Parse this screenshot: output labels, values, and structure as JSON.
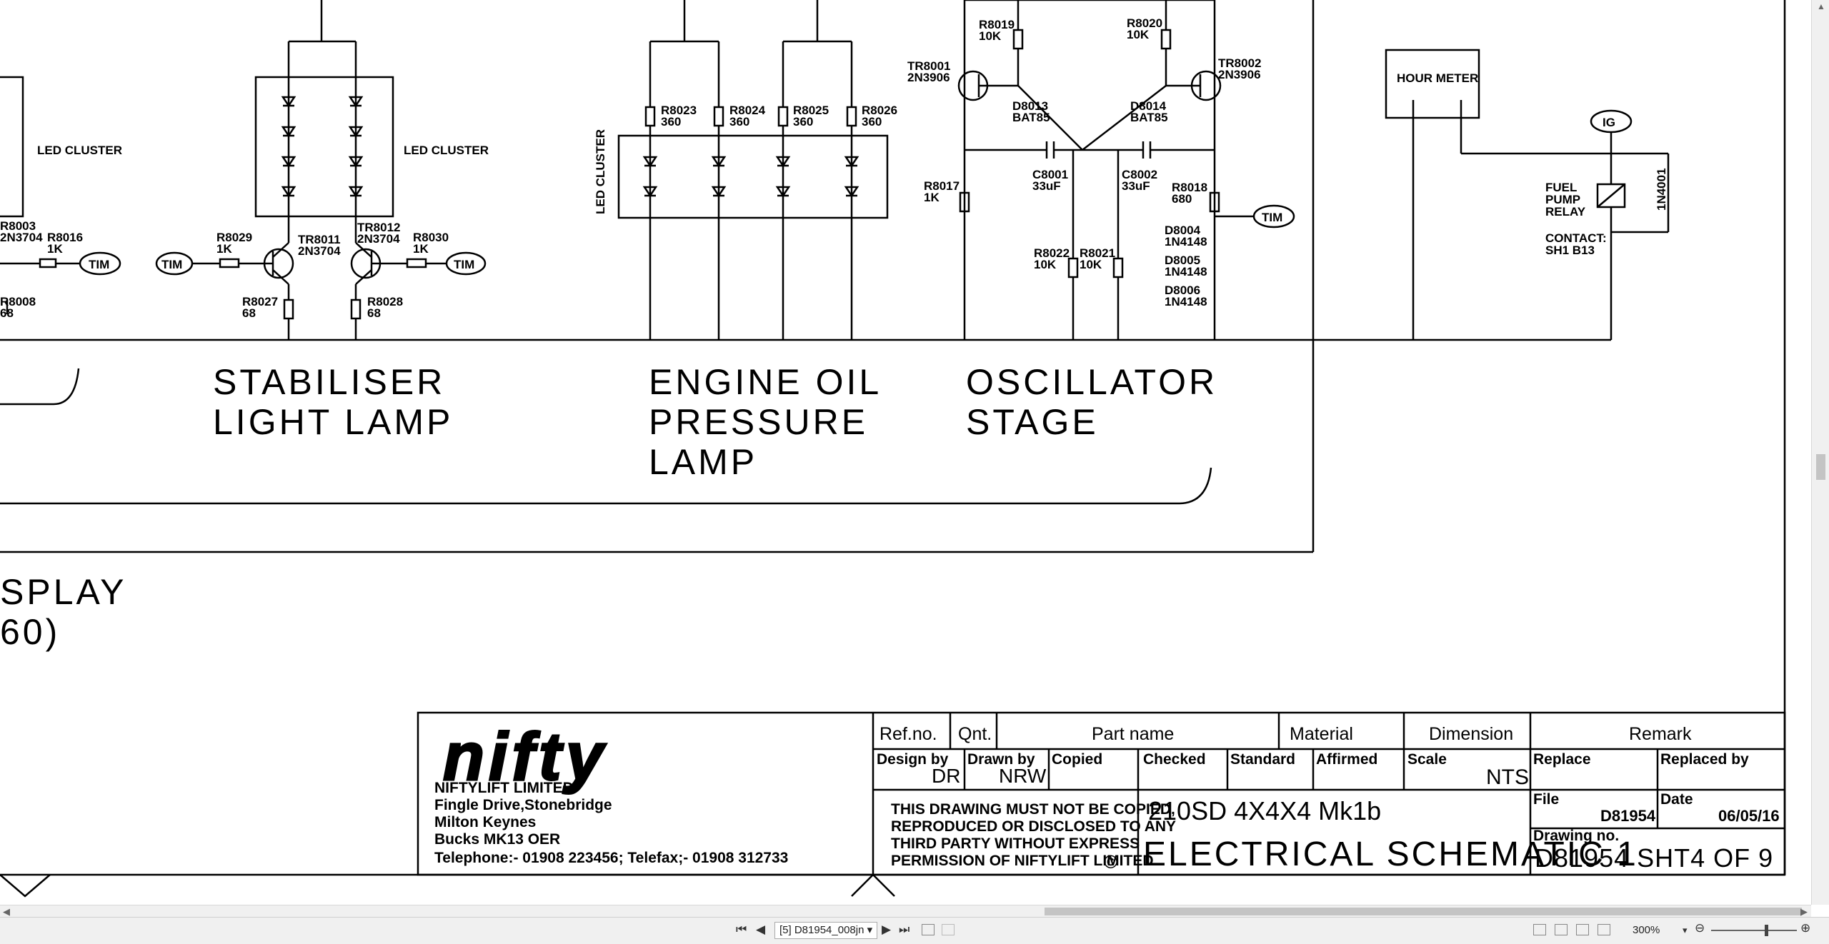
{
  "schematic": {
    "top_left_label": "LED CLUSTER",
    "tim_label": "TIM",
    "led_cluster_label": "LED CLUSTER",
    "ig_label": "IG",
    "hour_meter_label": "HOUR METER",
    "fuel_pump_relay_label": [
      "FUEL",
      "PUMP",
      "RELAY"
    ],
    "contact_label": [
      "CONTACT:",
      "SH1 B13"
    ],
    "components": {
      "r8003": [
        "R8003",
        "2N3704"
      ],
      "r8016": [
        "R8016",
        "1K"
      ],
      "r8008": [
        "R8008",
        "68"
      ],
      "r8029": [
        "R8029",
        "1K"
      ],
      "tr8011": [
        "TR8011",
        "2N3704"
      ],
      "tr8012": [
        "TR8012",
        "2N3704"
      ],
      "r8030": [
        "R8030",
        "1K"
      ],
      "r8027": [
        "R8027",
        "68"
      ],
      "r8028": [
        "R8028",
        "68"
      ],
      "r8023": [
        "R8023",
        "360"
      ],
      "r8024": [
        "R8024",
        "360"
      ],
      "r8025": [
        "R8025",
        "360"
      ],
      "r8026": [
        "R8026",
        "360"
      ],
      "r8019": [
        "R8019",
        "10K"
      ],
      "r8020": [
        "R8020",
        "10K"
      ],
      "tr8001": [
        "TR8001",
        "2N3906"
      ],
      "tr8002": [
        "TR8002",
        "2N3906"
      ],
      "d8013": [
        "D8013",
        "BAT85"
      ],
      "d8014": [
        "D8014",
        "BAT85"
      ],
      "r8017": [
        "R8017",
        "1K"
      ],
      "c8001": [
        "C8001",
        "33uF"
      ],
      "c8002": [
        "C8002",
        "33uF"
      ],
      "r8018": [
        "R8018",
        "680"
      ],
      "r8022": [
        "R8022",
        "10K"
      ],
      "r8021": [
        "R8021",
        "10K"
      ],
      "d8004": [
        "D8004",
        "1N4148"
      ],
      "d8005": [
        "D8005",
        "1N4148"
      ],
      "d8006": [
        "D8006",
        "1N4148"
      ],
      "d1n4001": "1N4001"
    },
    "sections": {
      "stabiliser": [
        "STABILISER",
        "LIGHT   LAMP"
      ],
      "engine_oil": [
        "ENGINE OIL",
        "PRESSURE",
        "LAMP"
      ],
      "oscillator": [
        "OSCILLATOR",
        "STAGE"
      ],
      "display_fragment": [
        "SPLAY",
        "60)"
      ]
    }
  },
  "title_block": {
    "logo_text": "nifty",
    "company_lines": [
      "NIFTYLIFT LIMITED",
      "Fingle Drive,Stonebridge",
      "Milton Keynes",
      "Bucks MK13 OER",
      "Telephone:- 01908 223456; Telefax;- 01908 312733"
    ],
    "headers": {
      "ref_no": "Ref.no.",
      "qnt": "Qnt.",
      "part_name": "Part name",
      "material": "Material",
      "dimension": "Dimension",
      "remark": "Remark"
    },
    "row2": {
      "design_by": "Design by",
      "design_val": "DR",
      "drawn_by": "Drawn by",
      "drawn_val": "NRW",
      "copied": "Copied",
      "checked": "Checked",
      "standard": "Standard",
      "affirmed": "Affirmed",
      "scale": "Scale",
      "scale_val": "NTS",
      "replace": "Replace",
      "replaced_by": "Replaced by"
    },
    "notice_lines": [
      "THIS DRAWING MUST NOT BE COPIED,",
      "REPRODUCED OR DISCLOSED TO ANY",
      "THIRD PARTY WITHOUT EXPRESS",
      "PERMISSION OF NIFTYLIFT LIMITED."
    ],
    "copyright": "©",
    "model": "210SD 4X4X4 Mk1b",
    "title": "ELECTRICAL SCHEMATIC 1",
    "file_label": "File",
    "file_val": "D81954",
    "date_label": "Date",
    "date_val": "06/05/16",
    "drawing_no_label": "Drawing no.",
    "drawing_no_val": "D81954 SHT4 OF 9"
  },
  "statusbar": {
    "page_selector": "[5] D81954_008jn",
    "zoom": "300%"
  }
}
